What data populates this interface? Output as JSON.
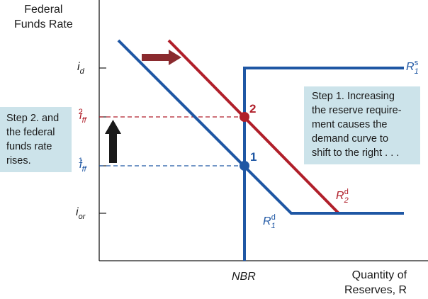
{
  "axes": {
    "y_title_lines": [
      "Federal",
      "Funds Rate"
    ],
    "x_title_lines": [
      "Quantity of",
      "Reserves, R"
    ],
    "x_tick": "NBR"
  },
  "y_ticks": {
    "i_d": {
      "base": "i",
      "sub": "d"
    },
    "i_ff2": {
      "base": "i",
      "sub": "ff",
      "sup": "2"
    },
    "i_ff1": {
      "base": "i",
      "sub": "ff",
      "sup": "1"
    },
    "i_or": {
      "base": "i",
      "sub": "or"
    }
  },
  "curves": {
    "supply": {
      "base": "R",
      "sub": "1",
      "sup": "s",
      "color": "#1f57a4"
    },
    "demand1": {
      "base": "R",
      "sub": "1",
      "sup": "d",
      "color": "#1f57a4"
    },
    "demand2": {
      "base": "R",
      "sub": "2",
      "sup": "d",
      "color": "#b01f2a"
    }
  },
  "points": {
    "p1": {
      "label": "1",
      "color": "#1f57a4"
    },
    "p2": {
      "label": "2",
      "color": "#b01f2a"
    }
  },
  "callouts": {
    "step1_lines": [
      "Step 1. Increasing",
      "the reserve require-",
      "ment causes the",
      "demand curve to",
      "shift to the right . . ."
    ],
    "step2_lines": [
      "Step 2. and",
      "the federal",
      "funds rate",
      "rises."
    ],
    "background": "#cce3ea"
  },
  "colors": {
    "blue": "#1f57a4",
    "red": "#b01f2a",
    "black": "#1a1a1a"
  }
}
